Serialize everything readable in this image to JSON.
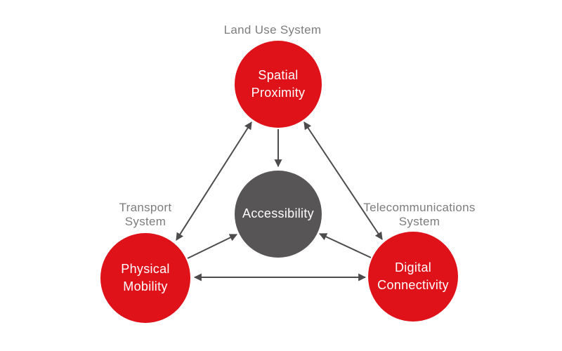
{
  "colors": {
    "node-red": "#df1119",
    "node-gray": "#575556",
    "arrow": "#4d4b4c",
    "label-gray": "#7e7c7d",
    "node-text": "#ffffff",
    "background": "#ffffff"
  },
  "nodes": {
    "spatial": {
      "label": "Spatial Proximity",
      "system": "Land Use System"
    },
    "physical": {
      "label": "Physical Mobility",
      "system": "Transport System"
    },
    "digital": {
      "label": "Digital Connectivity",
      "system": "Telecommunications System"
    },
    "accessibility": {
      "label": "Accessibility"
    }
  },
  "relations": [
    {
      "from": "Spatial Proximity",
      "to": "Physical Mobility",
      "bidirectional": true
    },
    {
      "from": "Spatial Proximity",
      "to": "Digital Connectivity",
      "bidirectional": true
    },
    {
      "from": "Physical Mobility",
      "to": "Digital Connectivity",
      "bidirectional": true
    },
    {
      "from": "Spatial Proximity",
      "to": "Accessibility",
      "bidirectional": false
    },
    {
      "from": "Physical Mobility",
      "to": "Accessibility",
      "bidirectional": false
    },
    {
      "from": "Digital Connectivity",
      "to": "Accessibility",
      "bidirectional": false
    }
  ]
}
